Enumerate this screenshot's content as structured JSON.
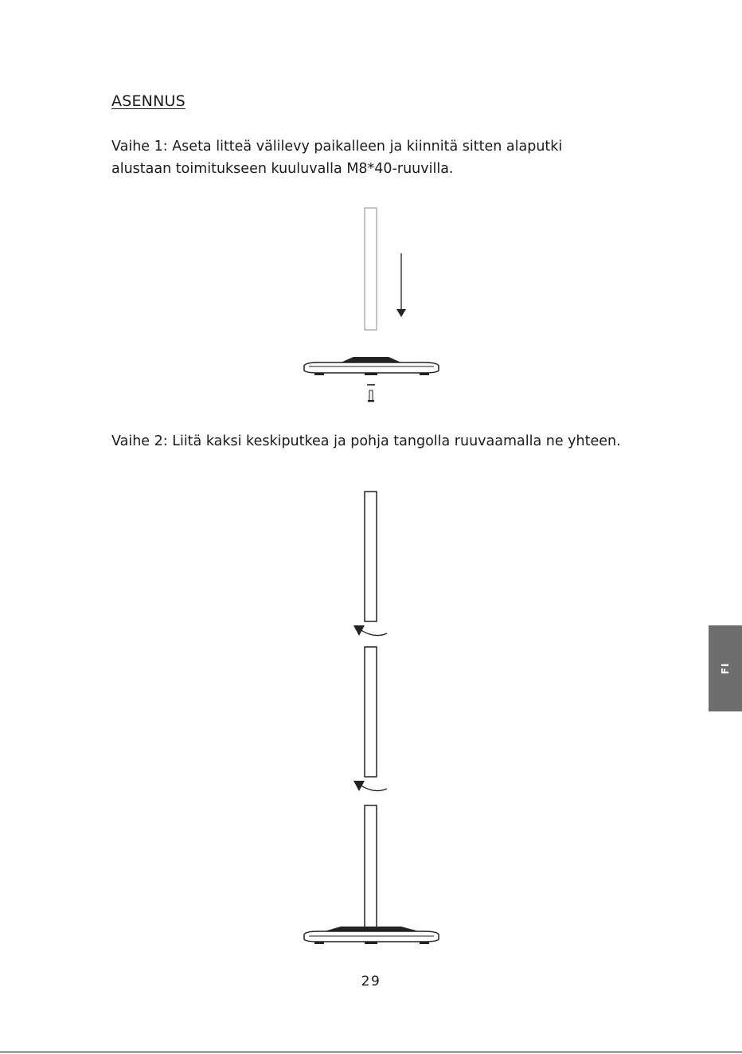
{
  "heading": "ASENNUS",
  "steps": [
    {
      "line1": "Vaihe 1: Aseta litteä välilevy paikalleen ja kiinnitä sitten alaputki",
      "line2": "alustaan toimitukseen kuuluvalla M8*40-ruuvilla."
    },
    {
      "line1": "Vaihe 2: Liitä kaksi keskiputkea ja pohja tangolla ruuvaamalla ne yhteen."
    }
  ],
  "language_tab": "FI",
  "page_number": "29"
}
